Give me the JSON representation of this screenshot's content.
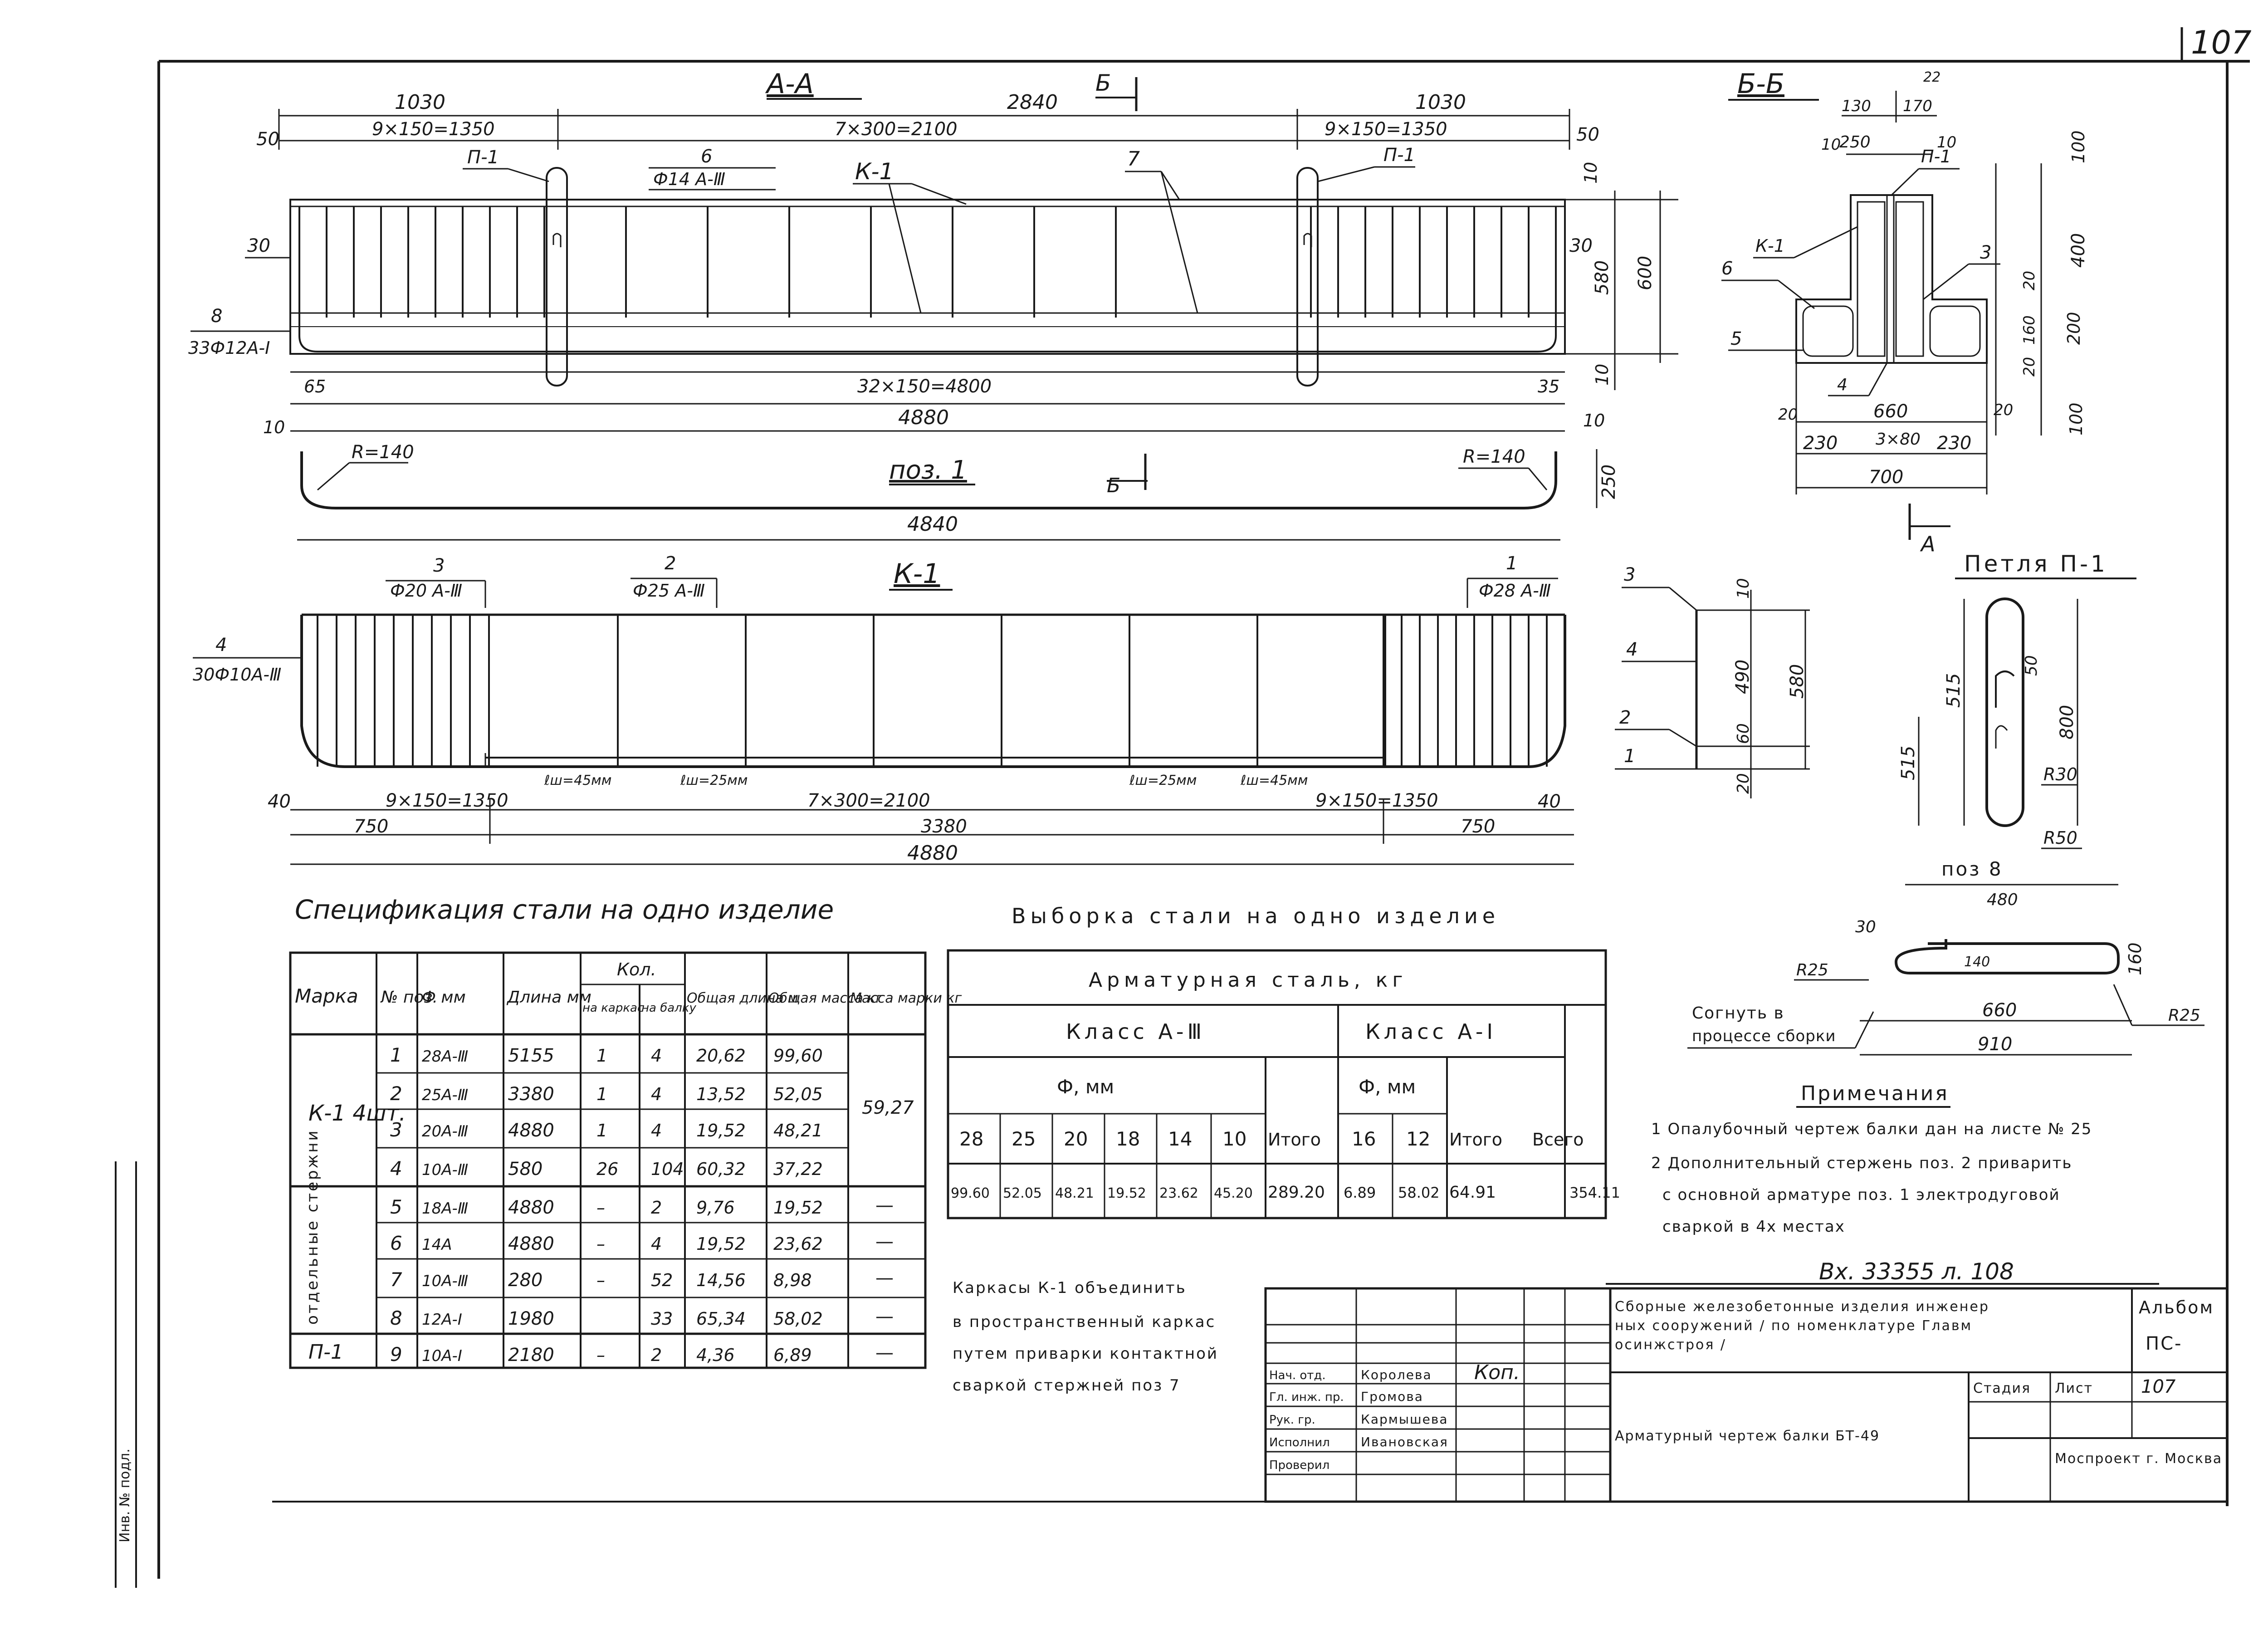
{
  "page_number": "107",
  "section_aa": {
    "title": "А-А",
    "cut_mark": "Б",
    "dims_top": [
      "1030",
      "2840",
      "1030"
    ],
    "dims_second": [
      "9×150=1350",
      "7×300=2100",
      "9×150=1350"
    ],
    "dim_50_left": "50",
    "dim_50_right": "50",
    "labels": {
      "p1_left": "П-1",
      "p1_right": "П-1",
      "pos6": "6",
      "pos6_rebar": "Ф14 А-Ⅲ",
      "k1": "К-1",
      "pos7": "7"
    },
    "left_dims": {
      "d30": "30",
      "pos8": "8",
      "pos8_rebar": "33Ф12А-Ⅰ"
    },
    "right_dims": {
      "d10_top": "10",
      "d30": "30",
      "d580": "580",
      "d600": "600",
      "d10_bot": "10",
      "d35": "35"
    },
    "bottom_dims": {
      "d65": "65",
      "spacing": "32×150=4800",
      "total": "4880"
    }
  },
  "pos1": {
    "label": "поз. 1",
    "radius_left": "R=140",
    "radius_right": "R=140",
    "d10_left": "10",
    "d10_right": "10",
    "height": "250",
    "length": "4840",
    "cut_mark": "Б"
  },
  "k1_frame": {
    "title": "К-1",
    "labels": {
      "pos3": "3",
      "pos3_rebar": "Ф20 А-Ⅲ",
      "pos2": "2",
      "pos2_rebar": "Ф25 А-Ⅲ",
      "pos1": "1",
      "pos1_rebar": "Ф28 А-Ⅲ",
      "pos4": "4",
      "pos4_rebar": "30Ф10А-Ⅲ"
    },
    "weld_labels": [
      "ℓш=45мм",
      "ℓш=25мм",
      "ℓш=25мм",
      "ℓш=45мм"
    ],
    "dims_row1": [
      "40",
      "9×150=1350",
      "7×300=2100",
      "9×150=1350",
      "40"
    ],
    "dims_row2": [
      "750",
      "3380",
      "750"
    ],
    "total": "4880"
  },
  "k1_section": {
    "labels": [
      "3",
      "4",
      "2",
      "1"
    ],
    "dims": [
      "10",
      "490",
      "580",
      "60",
      "20"
    ]
  },
  "section_bb": {
    "title": "Б-Б",
    "top_dims": [
      "130",
      "22",
      "170",
      "10",
      "250",
      "10"
    ],
    "labels": {
      "p1": "П-1",
      "k1": "К-1",
      "pos3": "3",
      "pos6": "6",
      "pos5": "5",
      "pos4": "4"
    },
    "right_dims": [
      "100",
      "400",
      "20",
      "160",
      "200",
      "20",
      "100"
    ],
    "bottom_dims": [
      "20",
      "660",
      "20",
      "230",
      "3×80",
      "230",
      "700"
    ],
    "cut_mark": "А"
  },
  "loop_p1": {
    "title": "Петля П-1",
    "dims": [
      "515",
      "515",
      "50",
      "800",
      "R30",
      "R50"
    ]
  },
  "pos8_detail": {
    "title": "поз 8",
    "dims": [
      "480",
      "30",
      "140",
      "160",
      "R25",
      "R25",
      "660",
      "910"
    ],
    "bend_note_line1": "Согнуть в",
    "bend_note_line2": "процессе сборки"
  },
  "spec_title": "Спецификация стали на одно изделие",
  "spec_table": {
    "headers": {
      "marka": "Марка",
      "pos": "№ поз.",
      "diam": "Ф мм",
      "length": "Длина мм",
      "qty": "Кол.",
      "qty_frame": "на каркас",
      "qty_beam": "на балку",
      "total_len": "Общая длина м",
      "total_mass": "Общая масса кг",
      "mark_mass": "Масса марки кг"
    },
    "group_k1": "К-1 4шт.",
    "group_separate": "отдельные стержни",
    "rows": [
      {
        "pos": "1",
        "d": "28А-Ⅲ",
        "len": "5155",
        "qk": "1",
        "qb": "4",
        "tl": "20,62",
        "tm": "99,60"
      },
      {
        "pos": "2",
        "d": "25А-Ⅲ",
        "len": "3380",
        "qk": "1",
        "qb": "4",
        "tl": "13,52",
        "tm": "52,05"
      },
      {
        "pos": "3",
        "d": "20А-Ⅲ",
        "len": "4880",
        "qk": "1",
        "qb": "4",
        "tl": "19,52",
        "tm": "48,21"
      },
      {
        "pos": "4",
        "d": "10А-Ⅲ",
        "len": "580",
        "qk": "26",
        "qb": "104",
        "tl": "60,32",
        "tm": "37,22"
      },
      {
        "pos": "5",
        "d": "18А-Ⅲ",
        "len": "4880",
        "qk": "–",
        "qb": "2",
        "tl": "9,76",
        "tm": "19,52"
      },
      {
        "pos": "6",
        "d": "14А",
        "len": "4880",
        "qk": "–",
        "qb": "4",
        "tl": "19,52",
        "tm": "23,62"
      },
      {
        "pos": "7",
        "d": "10А-Ⅲ",
        "len": "280",
        "qk": "–",
        "qb": "52",
        "tl": "14,56",
        "tm": "8,98"
      },
      {
        "pos": "8",
        "d": "12А-Ⅰ",
        "len": "1980",
        "qk": "",
        "qb": "33",
        "tl": "65,34",
        "tm": "58,02"
      },
      {
        "pos": "9",
        "d": "10А-Ⅰ",
        "len": "2180",
        "qk": "–",
        "qb": "2",
        "tl": "4,36",
        "tm": "6,89"
      }
    ],
    "k1_mass": "59,27",
    "dashes": [
      "—",
      "—",
      "—",
      "—",
      "—"
    ],
    "p1_mark": "П-1"
  },
  "selection_title": "Выборка стали на одно изделие",
  "selection_table": {
    "header": "Арматурная сталь, кг",
    "class_a3": "Класс А-Ⅲ",
    "class_a1": "Класс А-Ⅰ",
    "diam_a3": "Ф, мм",
    "diam_a1": "Ф, мм",
    "cols_a3": [
      "28",
      "25",
      "20",
      "18",
      "14",
      "10"
    ],
    "total_a3": "Итого",
    "cols_a1": [
      "16",
      "12"
    ],
    "total_a1": "Итого",
    "grand_total": "Всего",
    "values_a3": [
      "99.60",
      "52.05",
      "48.21",
      "19.52",
      "23.62",
      "45.20"
    ],
    "sum_a3": "289.20",
    "values_a1": [
      "6.89",
      "58.02"
    ],
    "sum_a1": "64.91",
    "grand": "354.11"
  },
  "notes": {
    "title": "Примечания",
    "line1": "1 Опалубочный чертеж балки дан на листе № 25",
    "line2": "2 Дополнительный стержень поз. 2 приварить",
    "line3": "с основной арматуре поз. 1 электродуговой",
    "line4": "сваркой в 4х местах"
  },
  "frames_note": {
    "line1": "Каркасы К-1 объединить",
    "line2": "в пространственный каркас",
    "line3": "путем приварки контактной",
    "line4": "сваркой стержней поз 7"
  },
  "inventory_no": "Вх. 33355 л. 108",
  "title_block": {
    "project": "Сборные железобетонные изделия инженерных сооружений / по номенклатуре Главмосинжстроя /",
    "album_label": "Альбом",
    "album_value": "ПС-",
    "sheet_title": "Арматурный чертеж балки БТ-49",
    "stage_label": "Стадия",
    "sheet_label": "Лист",
    "sheet_no": "107",
    "org": "Моспроект г. Москва",
    "roles": [
      "Нач. отд.",
      "Гл. инж. пр.",
      "Рук. гр.",
      "Исполнил",
      "Проверил"
    ],
    "names": [
      "Королева",
      "Громова",
      "Кармышева",
      "Ивановская",
      ""
    ],
    "sign": "Коп."
  },
  "side_stamp": "Инв. № подл."
}
